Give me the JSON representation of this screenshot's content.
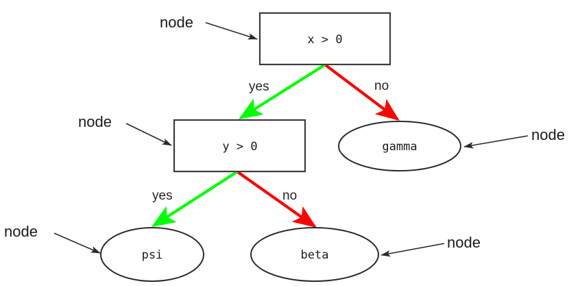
{
  "diagram": {
    "type": "decision-tree",
    "background_color": "#ffffff",
    "colors": {
      "yes_edge": "#00FF00",
      "no_edge": "#FF0000",
      "node_stroke": "#3c3c3c",
      "text": "#1a1a1a"
    },
    "nodes": [
      {
        "id": "root",
        "shape": "rectangle",
        "label": "x > 0"
      },
      {
        "id": "inner",
        "shape": "rectangle",
        "label": "y > 0"
      },
      {
        "id": "gamma",
        "shape": "ellipse",
        "label": "gamma"
      },
      {
        "id": "psi",
        "shape": "ellipse",
        "label": "psi"
      },
      {
        "id": "beta",
        "shape": "ellipse",
        "label": "beta"
      }
    ],
    "edges": [
      {
        "from": "root",
        "to": "inner",
        "label": "yes",
        "color": "#00FF00"
      },
      {
        "from": "root",
        "to": "gamma",
        "label": "no",
        "color": "#FF0000"
      },
      {
        "from": "inner",
        "to": "psi",
        "label": "yes",
        "color": "#00FF00"
      },
      {
        "from": "inner",
        "to": "beta",
        "label": "no",
        "color": "#FF0000"
      }
    ],
    "annotations": [
      {
        "id": "anno-root",
        "label": "node",
        "target": "root"
      },
      {
        "id": "anno-inner",
        "label": "node",
        "target": "inner"
      },
      {
        "id": "anno-gamma",
        "label": "node",
        "target": "gamma"
      },
      {
        "id": "anno-psi",
        "label": "node",
        "target": "psi"
      },
      {
        "id": "anno-beta",
        "label": "node",
        "target": "beta"
      }
    ]
  }
}
